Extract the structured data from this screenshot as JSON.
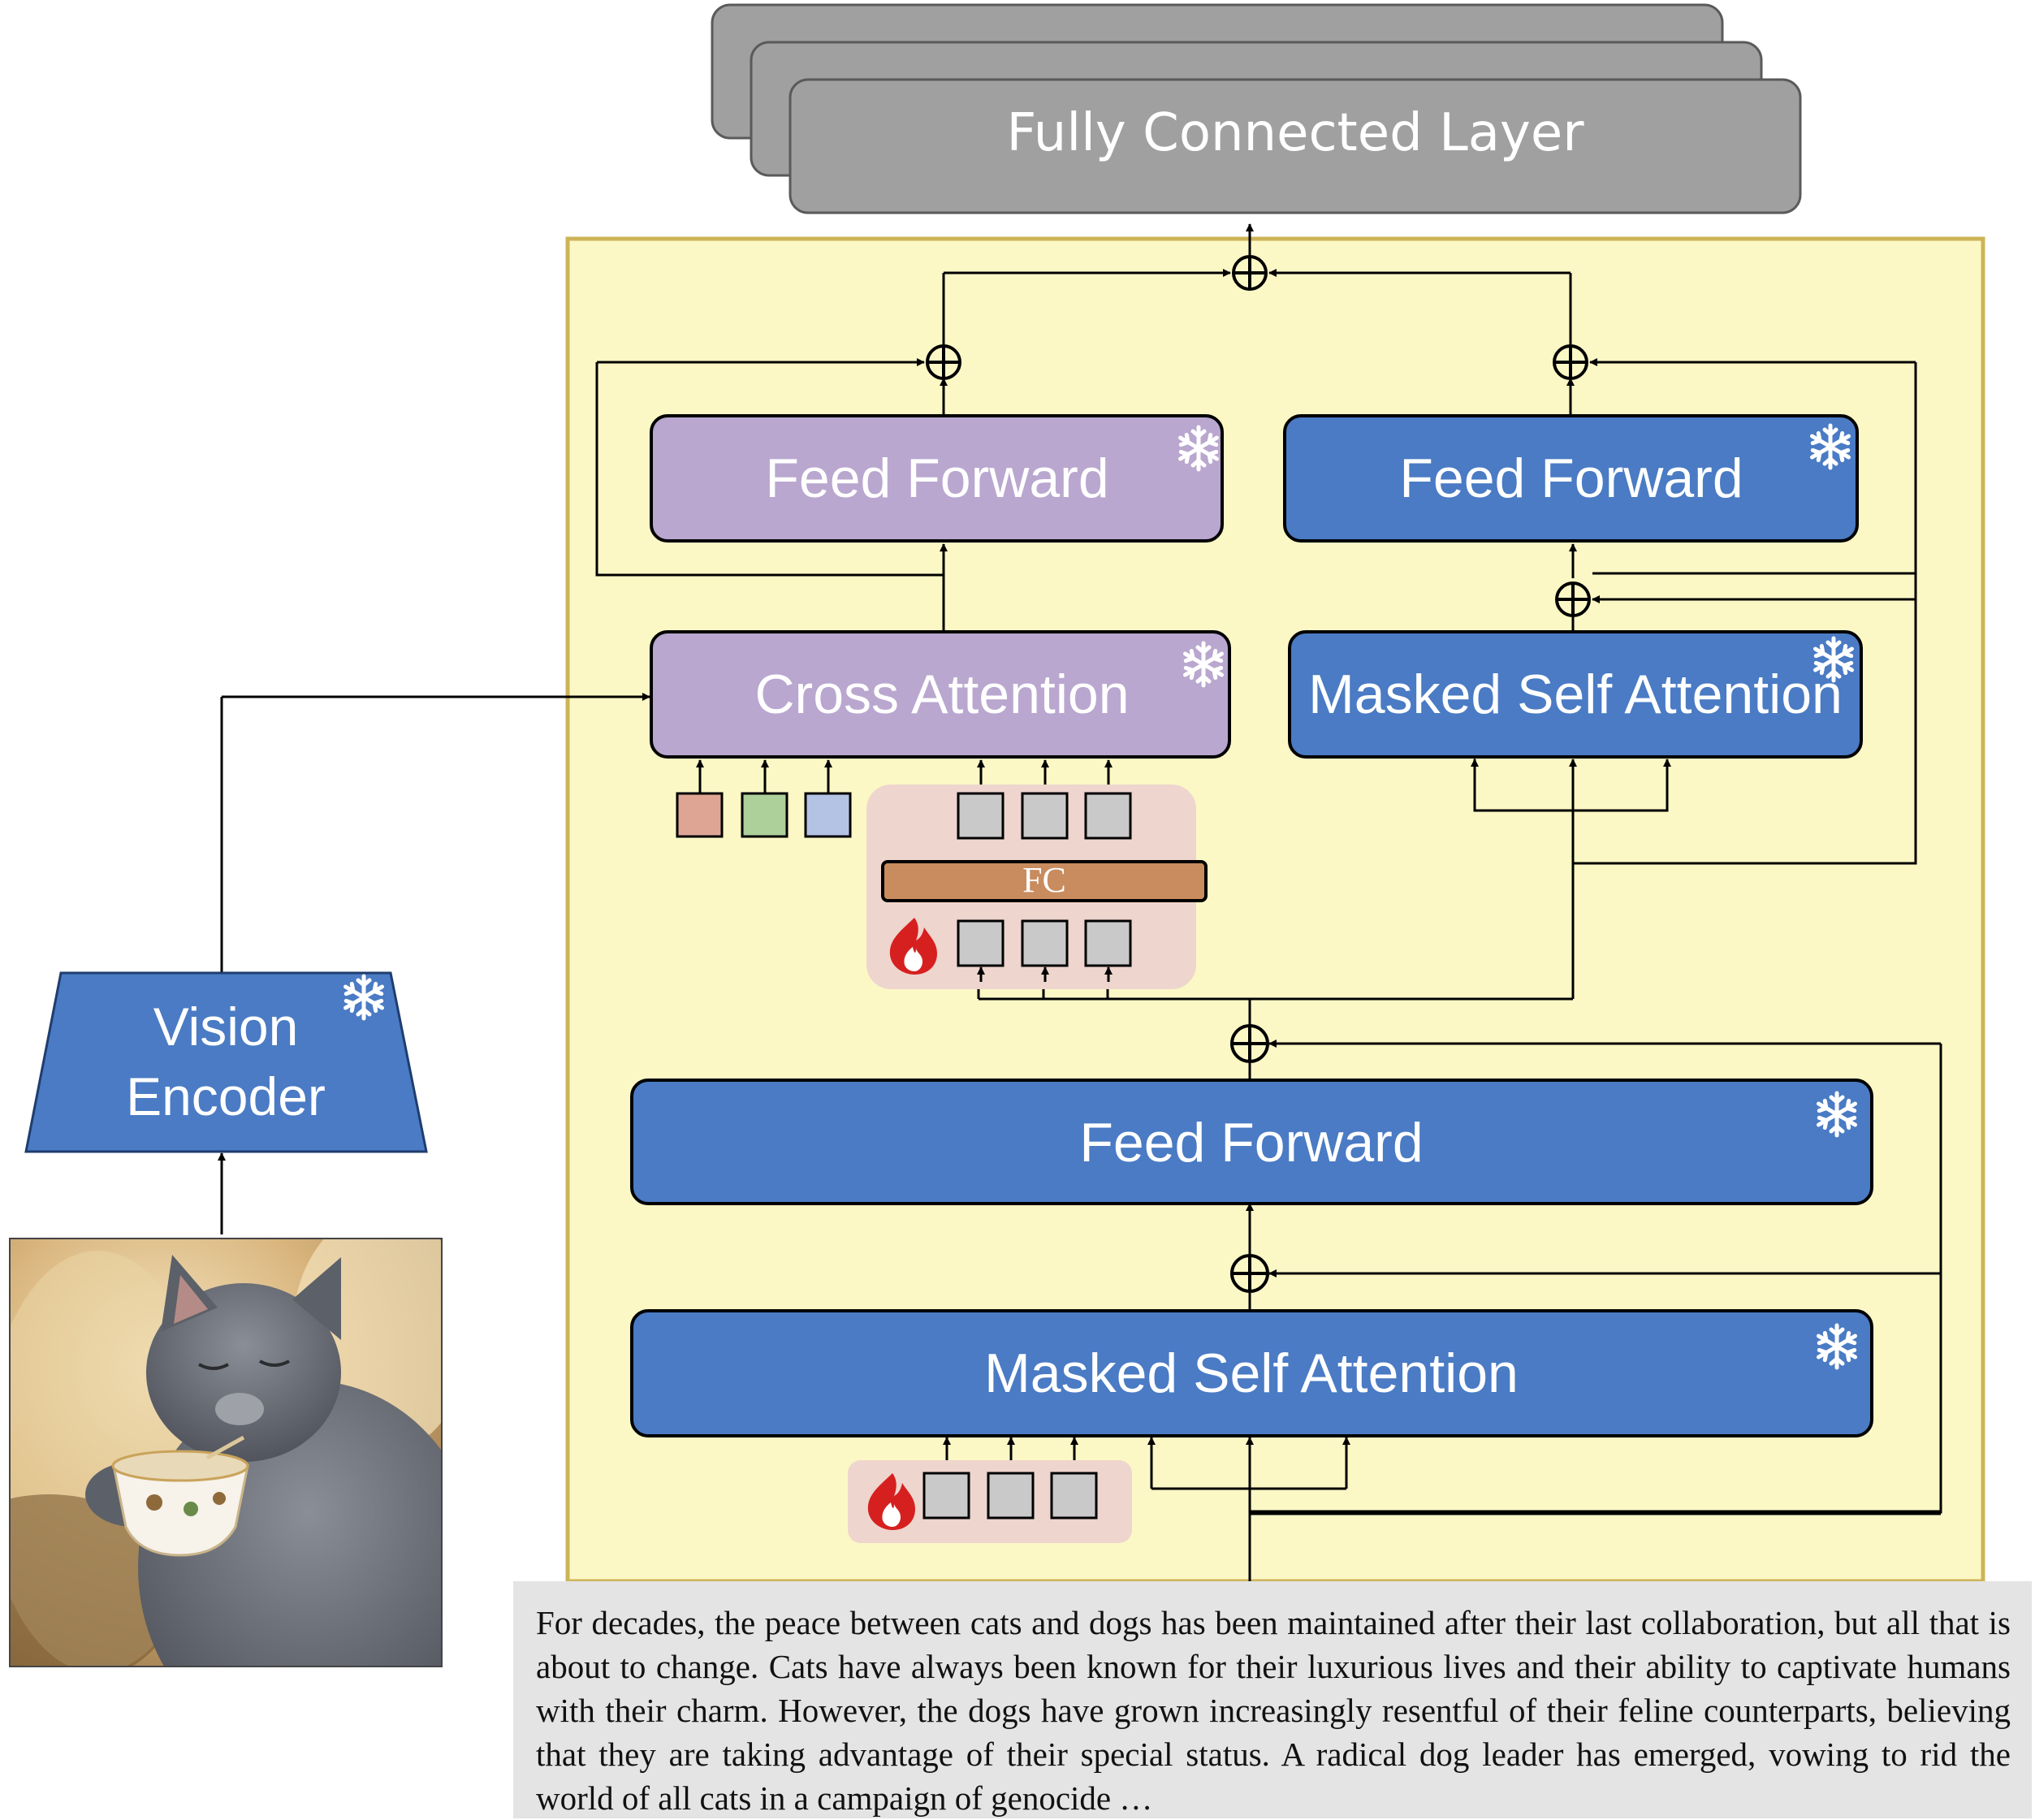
{
  "title_block": {
    "label": "Fully Connected Layer"
  },
  "blocks": {
    "feed_forward_cross": "Feed Forward",
    "feed_forward_upper": "Feed Forward",
    "cross_attention": "Cross Attention",
    "masked_self_attention_upper": "Masked Self Attention",
    "feed_forward_lower": "Feed Forward",
    "masked_self_attention_lower": "Masked Self Attention",
    "fc_adapter": "FC"
  },
  "vision_encoder": {
    "line1": "Vision",
    "line2": "Encoder"
  },
  "icons": {
    "frozen": "snowflake-icon",
    "trainable": "fire-icon",
    "residual_add": "circled-plus-icon",
    "image": "cat-holding-teacup-photo"
  },
  "colors": {
    "blue_block": "#4a7bc4",
    "purple_block": "#b9a7cf",
    "gray_block": "#a0a0a0",
    "yellow_panel": "#fcf8c6",
    "fc_bar": "#c98c5e",
    "trainable_bg": "#eed5cd",
    "token_red": "#dea595",
    "token_green": "#add09a",
    "token_blue": "#b4c3e4",
    "token_gray": "#c9c9c9",
    "fire": "#d62020"
  },
  "prompt_text": "For decades, the peace between cats and dogs has been maintained after their last collaboration, but all that is about to change. Cats have always been known for their luxurious lives and their ability to captivate humans with their charm. However, the dogs have grown increasingly resentful of their feline counterparts, believing that they are taking advantage of their special status. A radical dog leader has emerged, vowing to rid the world of all cats in a campaign of genocide …"
}
